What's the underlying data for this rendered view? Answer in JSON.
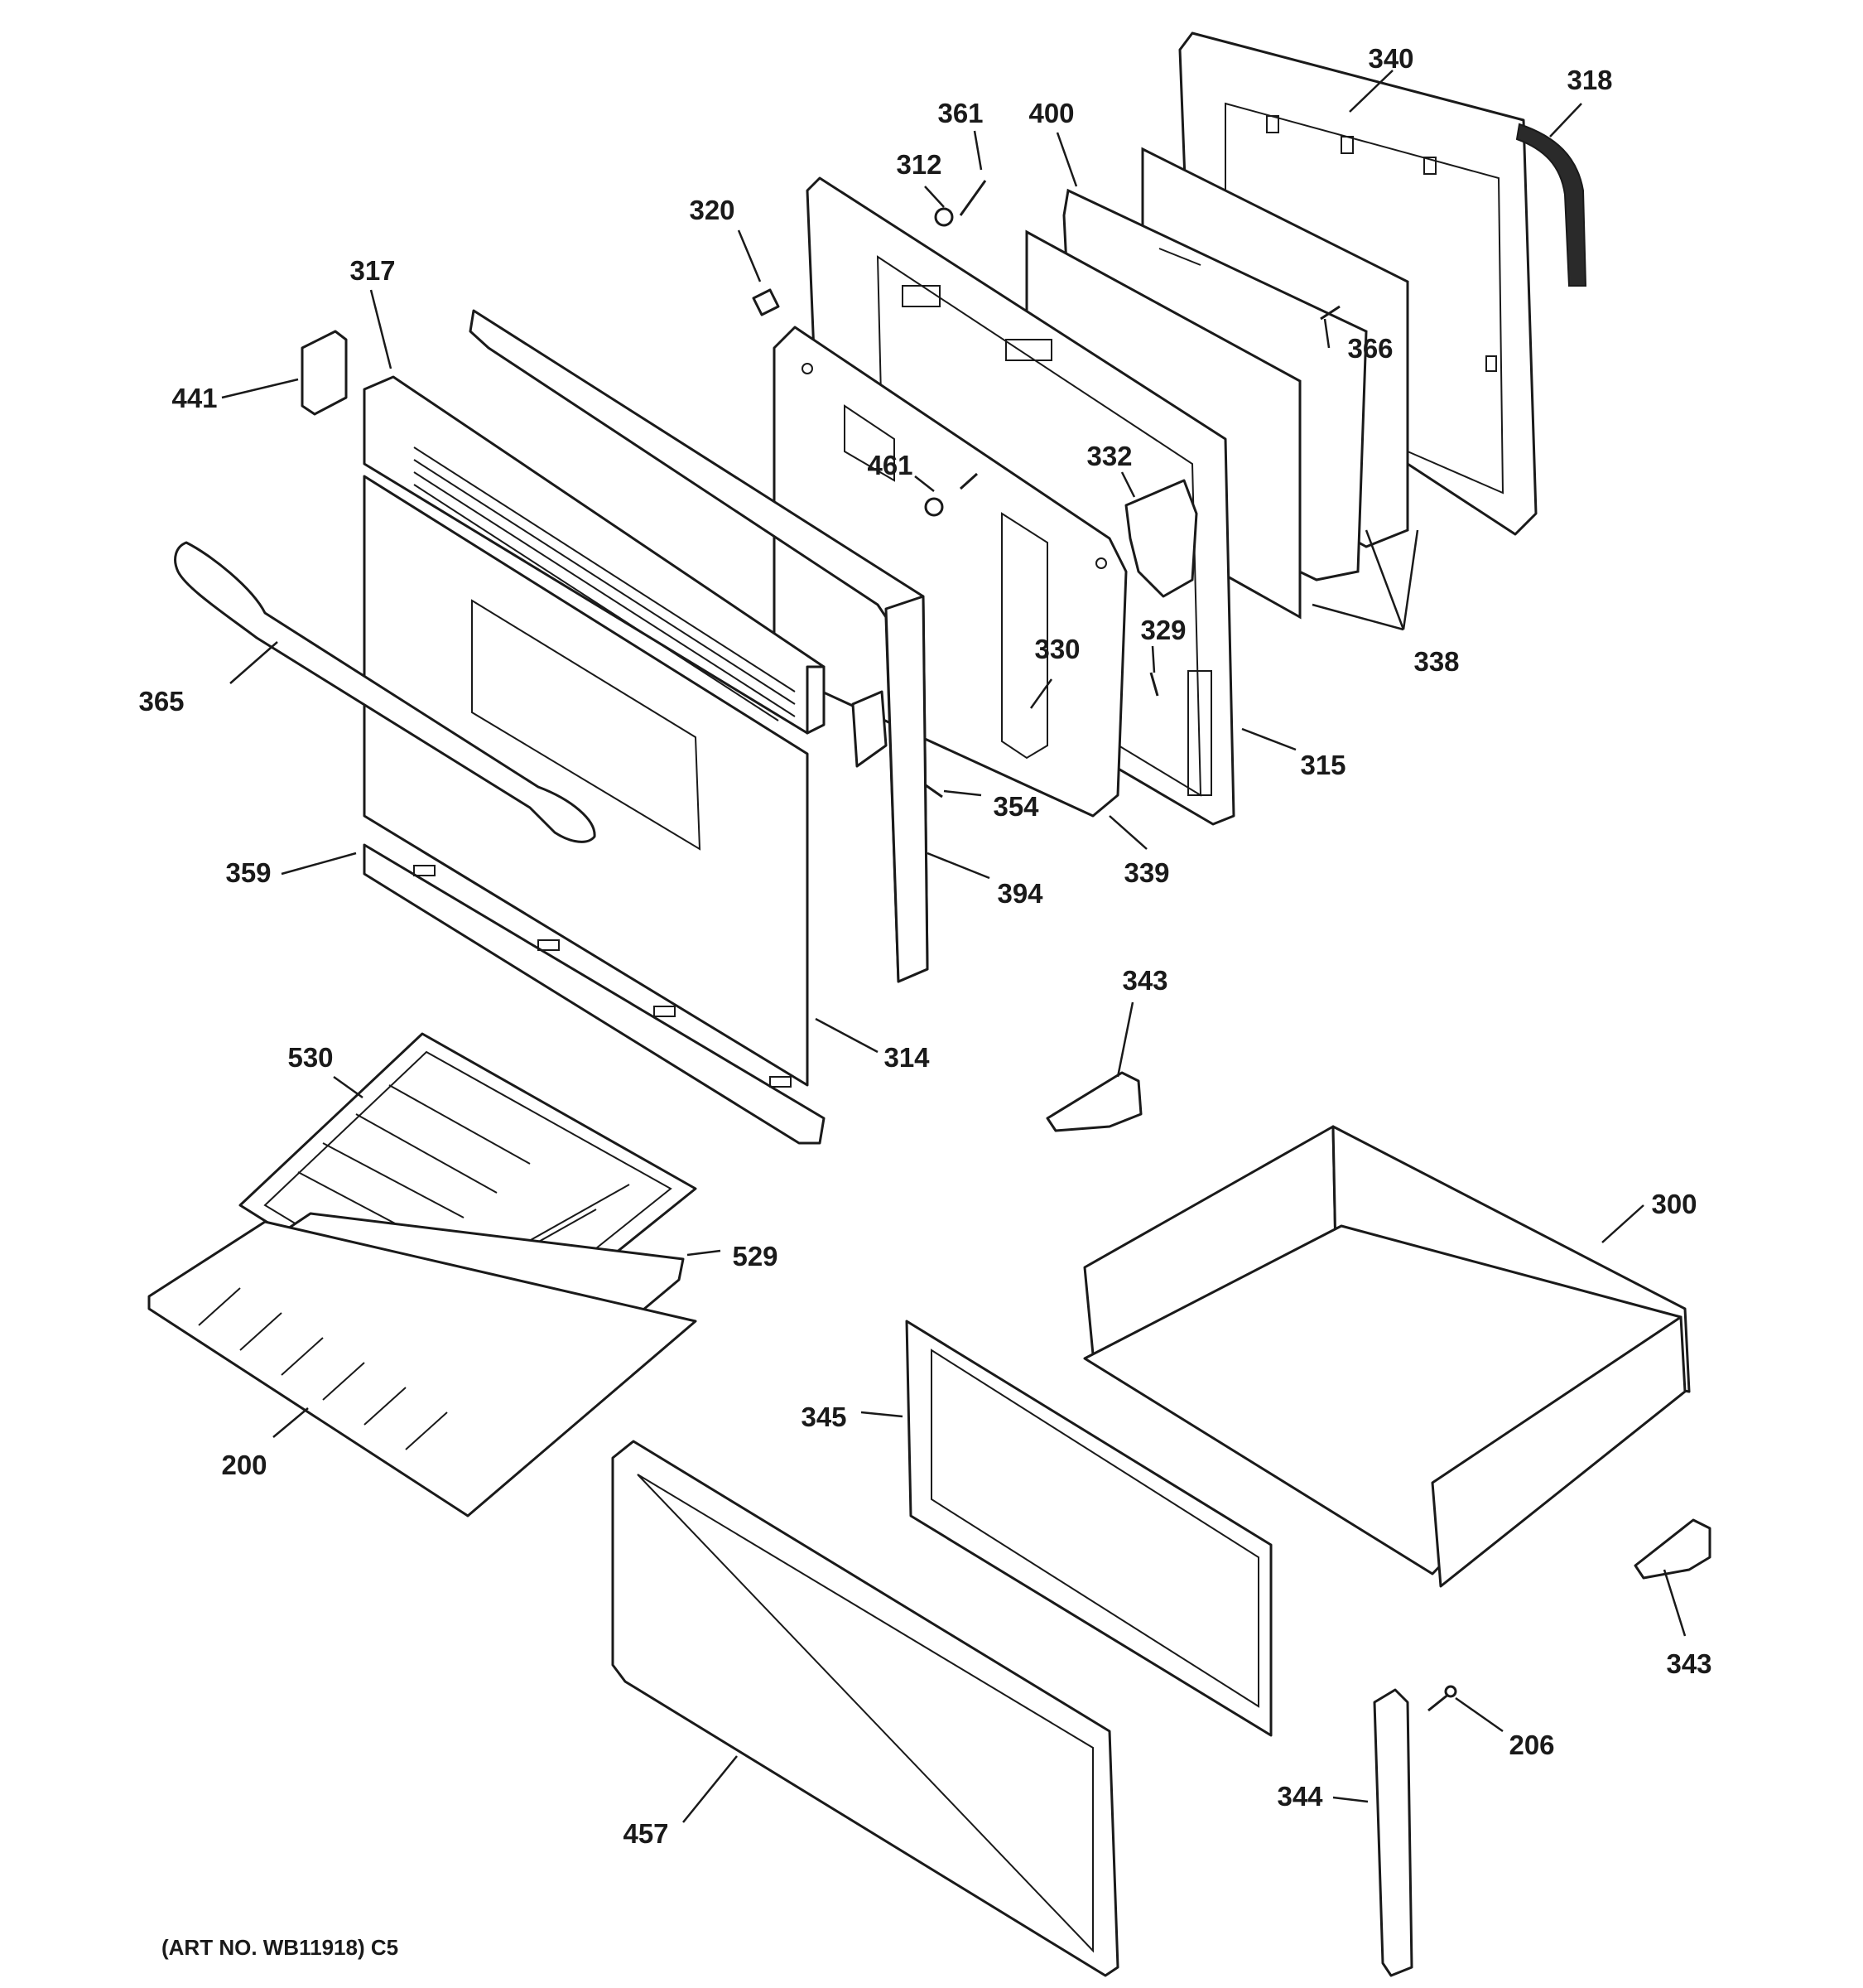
{
  "callouts": {
    "c200": "200",
    "c206": "206",
    "c300": "300",
    "c312": "312",
    "c314": "314",
    "c315": "315",
    "c317": "317",
    "c318": "318",
    "c320": "320",
    "c329": "329",
    "c330": "330",
    "c332": "332",
    "c338": "338",
    "c339": "339",
    "c340": "340",
    "c343a": "343",
    "c343b": "343",
    "c344": "344",
    "c345": "345",
    "c354": "354",
    "c359": "359",
    "c361": "361",
    "c365": "365",
    "c366": "366",
    "c394": "394",
    "c400": "400",
    "c441": "441",
    "c457": "457",
    "c461": "461",
    "c529": "529",
    "c530": "530"
  },
  "footer": {
    "art_number": "(ART NO. WB11918) C5"
  }
}
